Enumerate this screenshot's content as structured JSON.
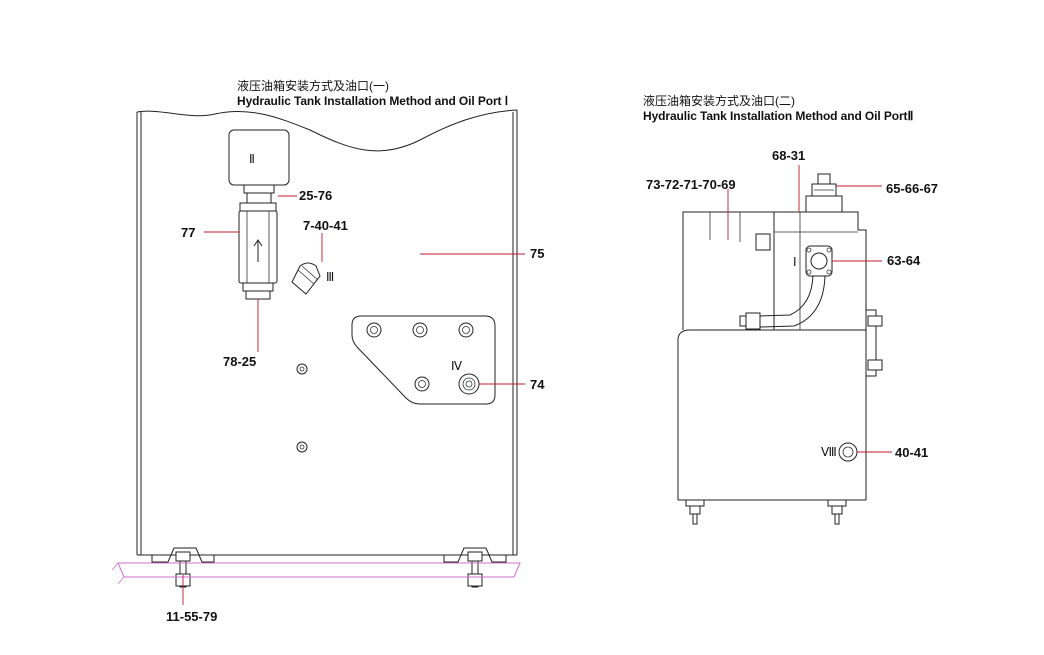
{
  "figure_left": {
    "title_cn": "液压油箱安装方式及油口(一)",
    "title_en": "Hydraulic Tank Installation Method and Oil Port Ⅰ",
    "port_labels": [
      "Ⅱ",
      "Ⅲ",
      "Ⅳ"
    ],
    "callouts": [
      "25-76",
      "77",
      "7-40-41",
      "75",
      "78-25",
      "74",
      "11-55-79"
    ]
  },
  "figure_right": {
    "title_cn": "液压油箱安装方式及油口(二)",
    "title_en": "Hydraulic Tank Installation Method and Oil PortⅡ",
    "port_labels": [
      "Ⅰ",
      "Ⅷ"
    ],
    "callouts": [
      "68-31",
      "73-72-71-70-69",
      "65-66-67",
      "63-64",
      "40-41"
    ]
  },
  "colors": {
    "line": "#222222",
    "leader": "#c0182a",
    "ground": "#d070c8"
  }
}
